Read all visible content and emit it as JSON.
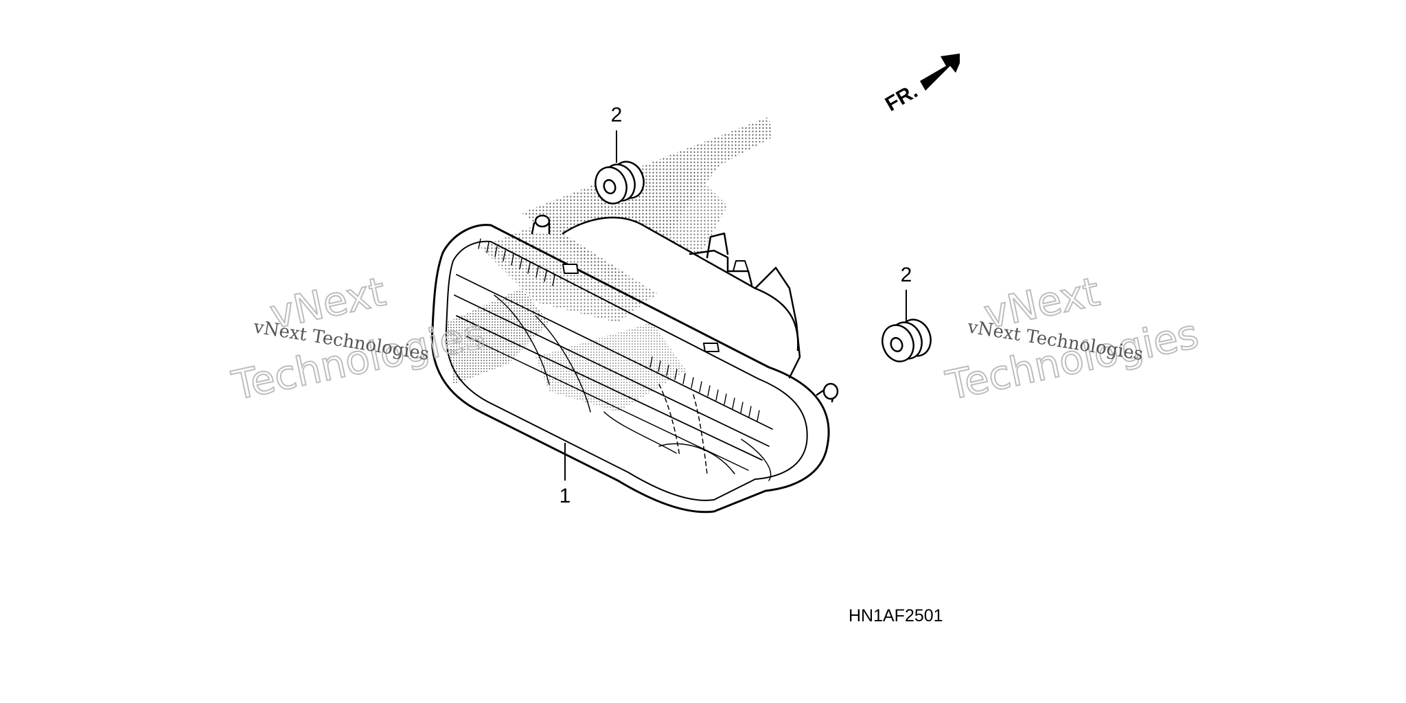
{
  "callouts": {
    "part_1": "1",
    "part_2_top": "2",
    "part_2_right": "2"
  },
  "direction_label": "FR.",
  "diagram_code": "HN1AF2501",
  "watermark": {
    "line_small": "vNext Technologies",
    "line_big_1": "vNext",
    "line_big_2": "Technologies"
  },
  "colors": {
    "ink": "#000000",
    "watermark_outline": "#bdbdbd",
    "watermark_text": "#555555"
  },
  "icons": {
    "direction_arrow": "front-direction-arrow-icon"
  }
}
